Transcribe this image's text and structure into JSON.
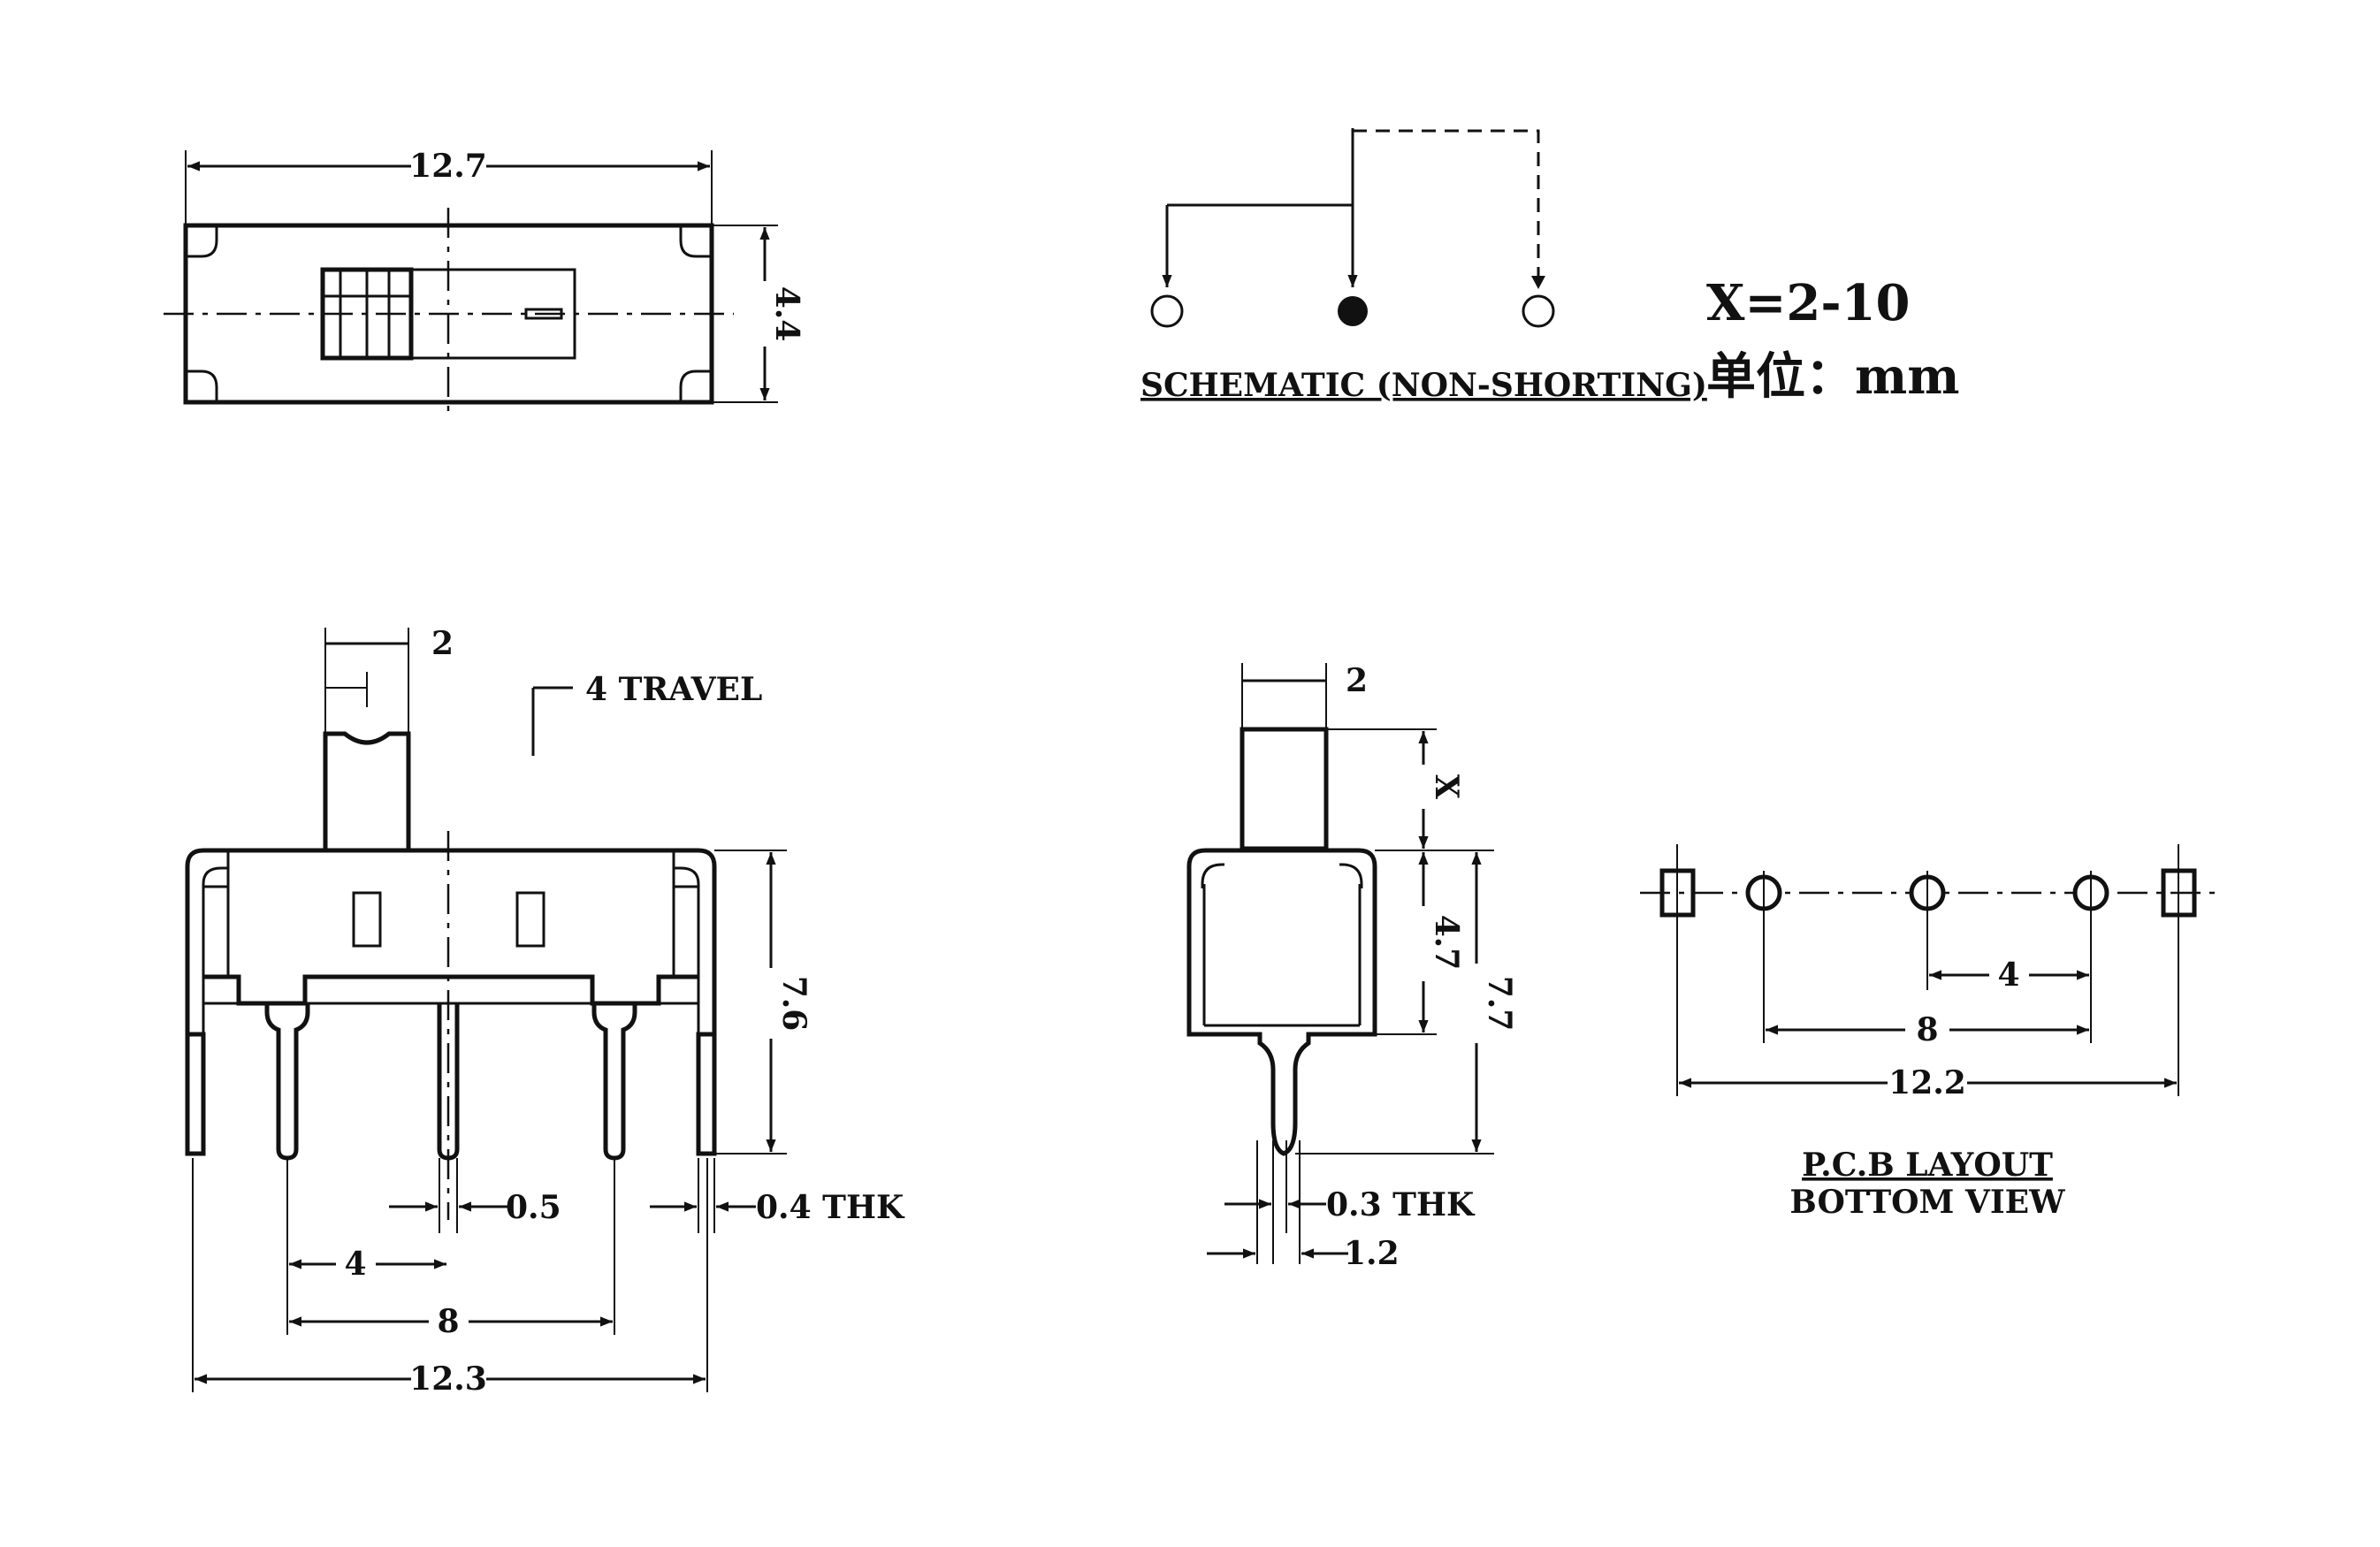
{
  "top_view": {
    "dim_length": "12.7",
    "dim_height": "4.4"
  },
  "schematic": {
    "title": "SCHEMATIC (NON-SHORTING)"
  },
  "notes": {
    "x_range": "X=2-10",
    "unit": "单位：mm"
  },
  "front_view": {
    "dim_actuator_width": "2",
    "dim_travel": "4 TRAVEL",
    "dim_height": "7.6",
    "dim_pin_width": "0.5",
    "dim_tab_thickness": "0.4 THK",
    "dim_pitch": "4",
    "dim_span": "8",
    "dim_overall": "12.3"
  },
  "side_view": {
    "dim_actuator_width": "2",
    "dim_actuator_height": "X",
    "dim_body_height": "4.7",
    "dim_total_height": "7.7",
    "dim_pin_thickness": "0.3 THK",
    "dim_pin_width": "1.2"
  },
  "pcb_layout": {
    "dim_pitch": "4",
    "dim_span": "8",
    "dim_overall": "12.2",
    "title_line1": "P.C.B LAYOUT",
    "title_line2": "BOTTOM VIEW"
  }
}
